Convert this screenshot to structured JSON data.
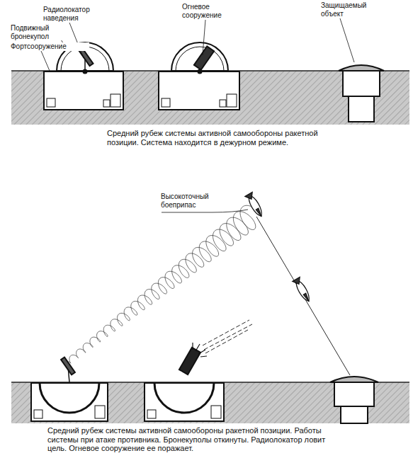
{
  "diagram": {
    "labels": [
      "Радиолокатор наведения",
      "Подвижный бронекупол",
      "Фортсооружение",
      "Огневое сооружение",
      "Защищаемый объект",
      "Средний рубеж системы активной самообороны ракетной позиции. Система находится в дежурном режиме.",
      "Высокоточный боеприпас",
      "Средний рубеж системы активной самообороны ракетной позиции. Работы системы при атаке противника. Бронекуполы откинуты. Радиолокатор ловит цель. Огневое сооружение ее поражает."
    ]
  }
}
